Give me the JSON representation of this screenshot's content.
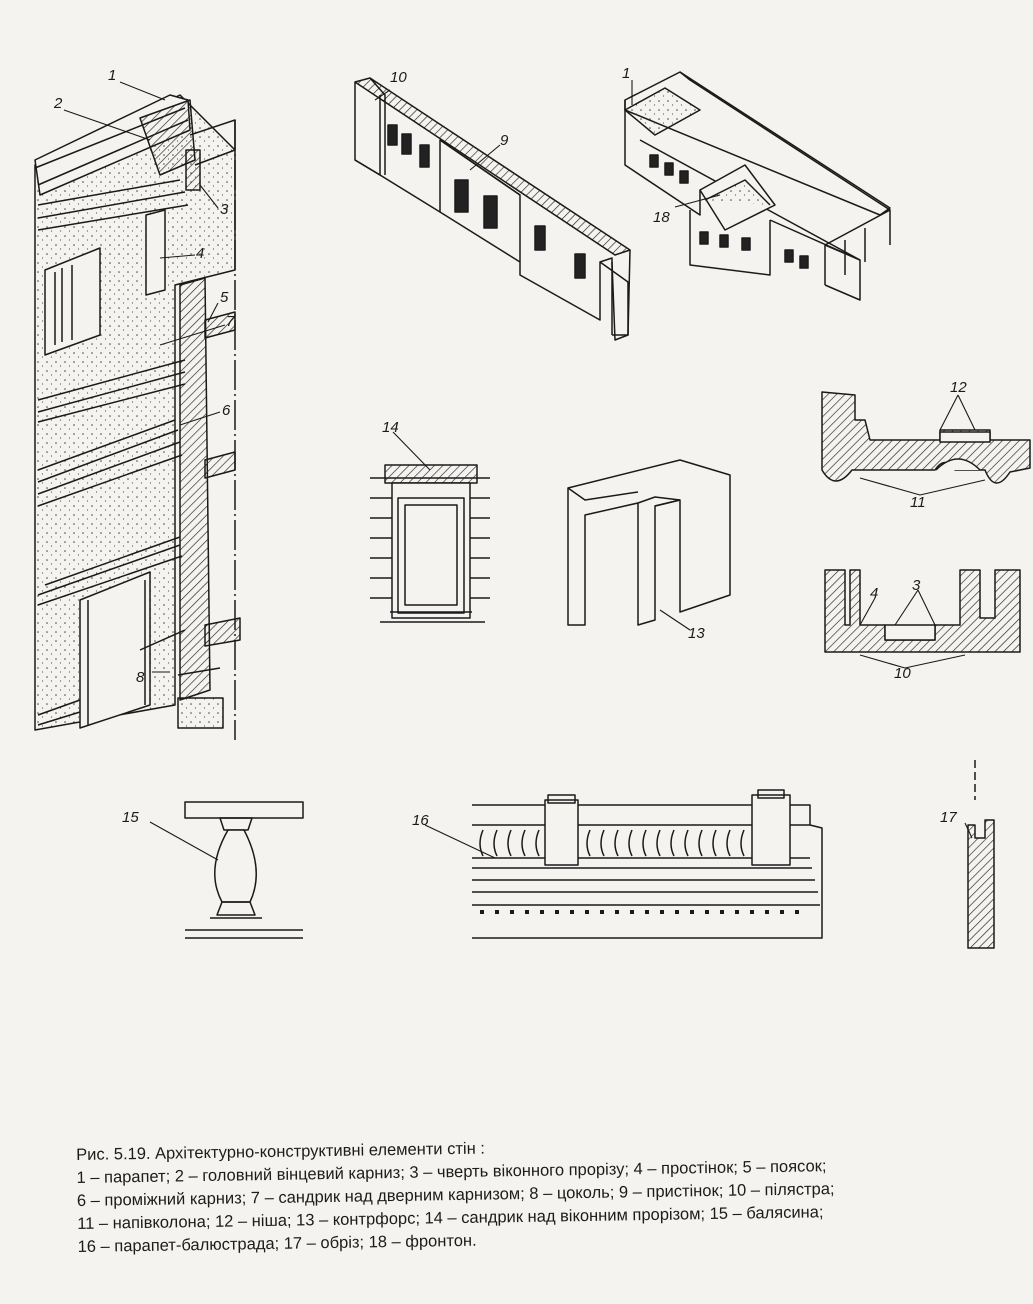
{
  "labels": {
    "l1": "1",
    "l2": "2",
    "l3": "3",
    "l4": "4",
    "l5": "5",
    "l6": "6",
    "l7": "7",
    "l8": "8",
    "l9": "9",
    "l10": "10",
    "l11": "11",
    "l12": "12",
    "l13": "13",
    "l14": "14",
    "l15": "15",
    "l16": "16",
    "l17": "17",
    "l18": "18",
    "p1": "1",
    "p3": "3",
    "p4": "4",
    "p10": "10"
  },
  "caption": {
    "line1": "Рис. 5.19. Архітектурно-конструктивні елементи стін :",
    "line2": "1 – парапет; 2 – головний вінцевий карниз; 3 – чверть віконного прорізу; 4 – простінок; 5 – поясок;",
    "line3": "6 – проміжний карниз; 7 – сандрик над дверним карнизом; 8 – цоколь; 9 – пристінок; 10 – пілястра;",
    "line4": "11 – напівколона; 12 – ніша; 13 – контрфорс; 14 – сандрик над віконним прорізом; 15 – балясина;",
    "line5": "16 – парапет-балюстрада; 17 – обріз; 18 – фронтон."
  }
}
